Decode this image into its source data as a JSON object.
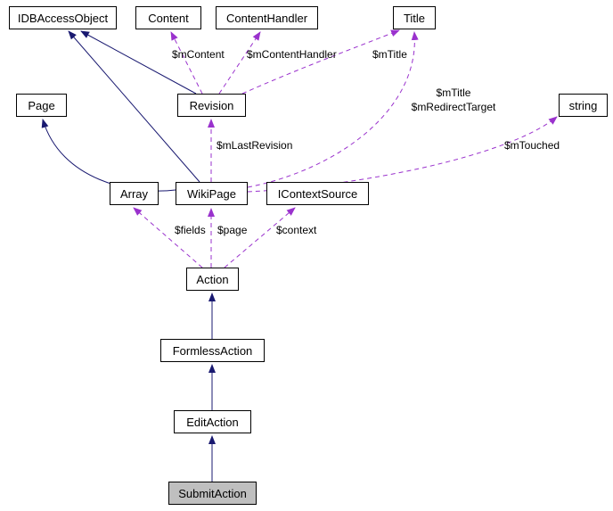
{
  "diagram": {
    "nodes": {
      "idbaccessobject": {
        "label": "IDBAccessObject"
      },
      "content": {
        "label": "Content"
      },
      "contenthandler": {
        "label": "ContentHandler"
      },
      "title": {
        "label": "Title"
      },
      "page": {
        "label": "Page"
      },
      "revision": {
        "label": "Revision"
      },
      "string": {
        "label": "string"
      },
      "array": {
        "label": "Array"
      },
      "wikipage": {
        "label": "WikiPage"
      },
      "icontextsource": {
        "label": "IContextSource"
      },
      "action": {
        "label": "Action"
      },
      "formlessaction": {
        "label": "FormlessAction"
      },
      "editaction": {
        "label": "EditAction"
      },
      "submitaction": {
        "label": "SubmitAction"
      }
    },
    "edge_labels": {
      "mcontent": "$mContent",
      "mcontenthandler": "$mContentHandler",
      "mtitle_revision": "$mTitle",
      "mtitle_wikipage": "$mTitle",
      "mredirecttarget": "$mRedirectTarget",
      "mtouched": "$mTouched",
      "mlastrevision": "$mLastRevision",
      "fields": "$fields",
      "page": "$page",
      "context": "$context"
    },
    "colors": {
      "inheritance_arrow": "#191970",
      "dependency_arrow": "#9a32cd",
      "node_border": "#000000",
      "node_fill": "#ffffff",
      "selected_node_fill": "#bfbfbf"
    }
  }
}
